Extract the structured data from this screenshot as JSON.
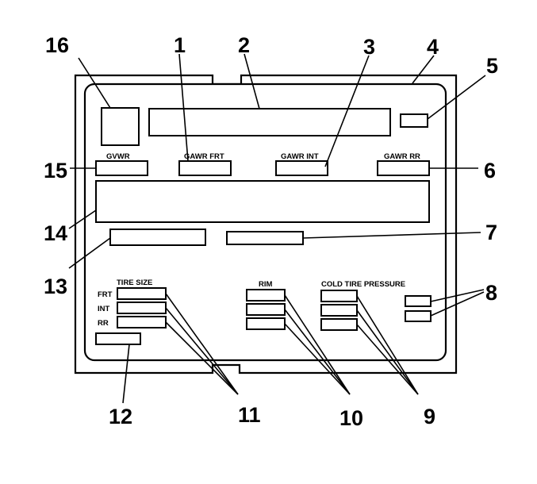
{
  "callouts": {
    "c1": "1",
    "c2": "2",
    "c3": "3",
    "c4": "4",
    "c5": "5",
    "c6": "6",
    "c7": "7",
    "c8": "8",
    "c9": "9",
    "c10": "10",
    "c11": "11",
    "c12": "12",
    "c13": "13",
    "c14": "14",
    "c15": "15",
    "c16": "16"
  },
  "labels": {
    "gvwr": "GVWR",
    "gawr_frt": "GAWR FRT",
    "gawr_int": "GAWR INT",
    "gawr_rr": "GAWR RR",
    "tire_size": "TIRE SIZE",
    "frt": "FRT",
    "int": "INT",
    "rr": "RR",
    "rim": "RIM",
    "cold_tire_pressure": "COLD TIRE PRESSURE"
  }
}
